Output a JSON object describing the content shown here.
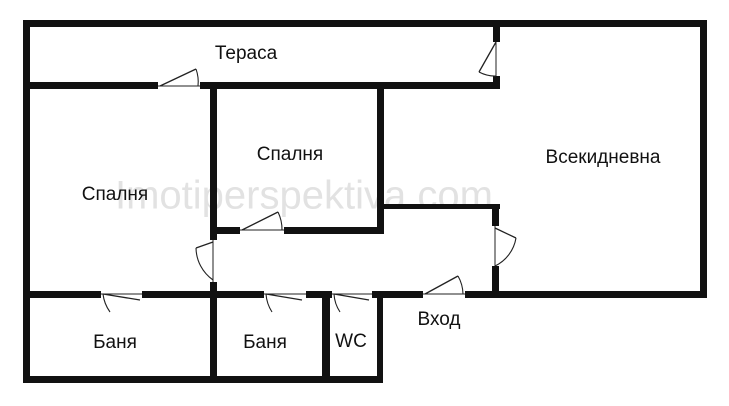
{
  "floor_plan": {
    "watermark": "Imotiperspektiva.com",
    "rooms": {
      "terrace": "Тераса",
      "bedroom_left": "Спалня",
      "bedroom_center": "Спалня",
      "living_room": "Всекидневна",
      "bathroom_left": "Баня",
      "bathroom_center": "Баня",
      "wc": "WC",
      "entrance": "Вход"
    }
  }
}
